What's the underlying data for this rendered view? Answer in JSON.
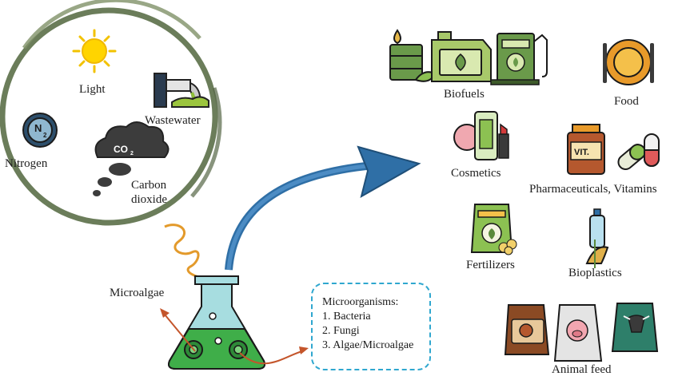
{
  "inputs": {
    "light": "Light",
    "wastewater": "Wastewater",
    "nitrogen": "Nitrogen",
    "nitrogen_symbol": "N",
    "nitrogen_subscript": "2",
    "co2_symbol": "CO",
    "co2_subscript": "2",
    "carbon_dioxide_line1": "Carbon",
    "carbon_dioxide_line2": "dioxide"
  },
  "microalgae_label": "Microalgae",
  "microorganisms": {
    "title": "Microorganisms:",
    "items": [
      "1. Bacteria",
      "2. Fungi",
      "3. Algae/Microalgae"
    ]
  },
  "products": {
    "biofuels": "Biofuels",
    "food": "Food",
    "cosmetics": "Cosmetics",
    "pharmaceuticals": "Pharmaceuticals, Vitamins",
    "vit_label": "VIT.",
    "fertilizers": "Fertilizers",
    "bioplastics": "Bioplastics",
    "animal_feed": "Animal feed"
  },
  "colors": {
    "ring": "#6b7d5a",
    "big_arrow": "#2f6fa6",
    "wavy_line": "#e39a2b",
    "flask_liquid": "#3fae49",
    "flask_glass": "#a7dde0",
    "dashed_box": "#2fa7cf",
    "small_arrows": "#c4552b"
  },
  "icons": [
    "sun-icon",
    "wastewater-pipe-icon",
    "nitrogen-icon",
    "cloud-icon",
    "flask-icon",
    "oil-barrel-icon",
    "jerrycan-icon",
    "fuel-pump-icon",
    "plate-cutlery-icon",
    "cosmetics-icon",
    "vitamin-bottle-icon",
    "capsules-icon",
    "fertilizer-bag-icon",
    "plastic-bottle-icon",
    "chicken-feed-bag-icon",
    "pig-feed-bag-icon",
    "cow-feed-bag-icon"
  ]
}
